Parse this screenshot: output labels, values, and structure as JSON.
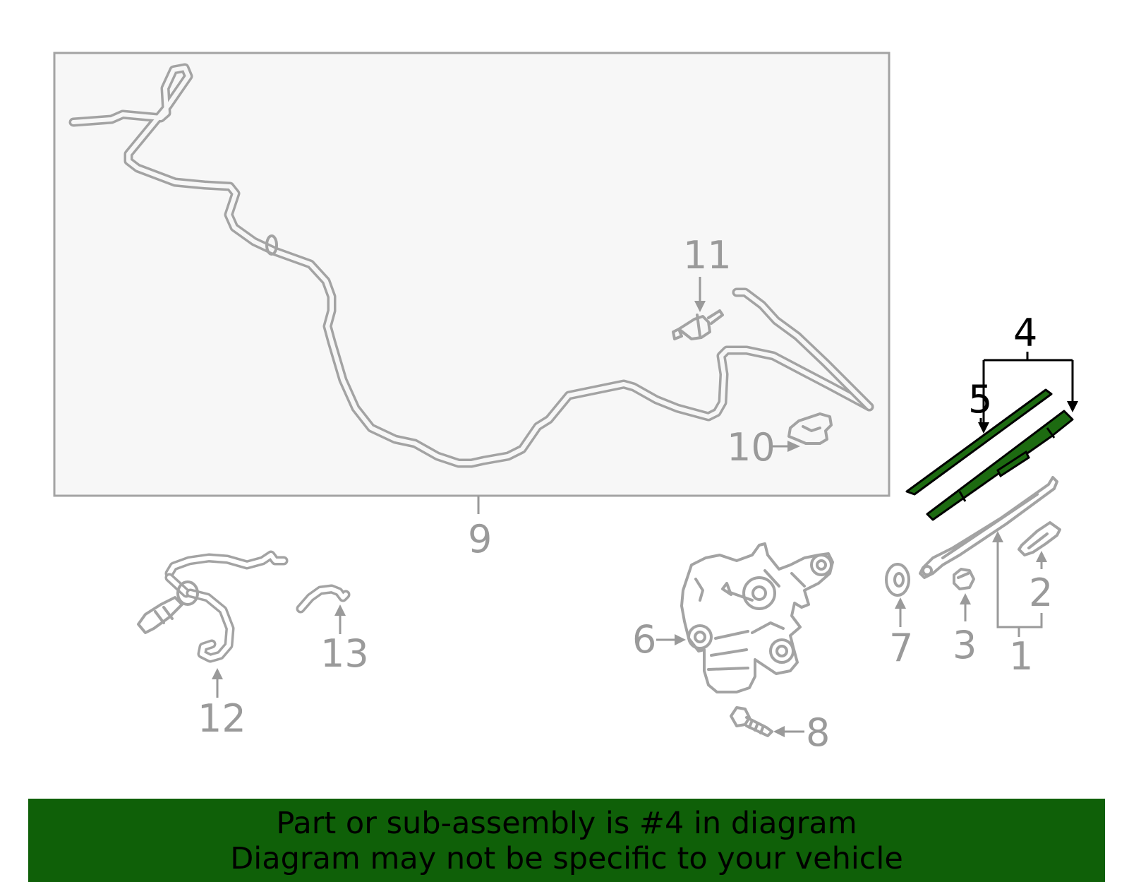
{
  "callouts": {
    "c1": "1",
    "c2": "2",
    "c3": "3",
    "c4": "4",
    "c5": "5",
    "c6": "6",
    "c7": "7",
    "c8": "8",
    "c9": "9",
    "c10": "10",
    "c11": "11",
    "c12": "12",
    "c13": "13"
  },
  "highlighted_part": "4",
  "colors": {
    "highlight": "#0f6008",
    "line_gray": "#a3a3a3",
    "box_fill": "#f7f7f7"
  },
  "banner": {
    "line1": "Part or sub-assembly is #4 in diagram",
    "line2": "Diagram may not be specific to your vehicle"
  }
}
